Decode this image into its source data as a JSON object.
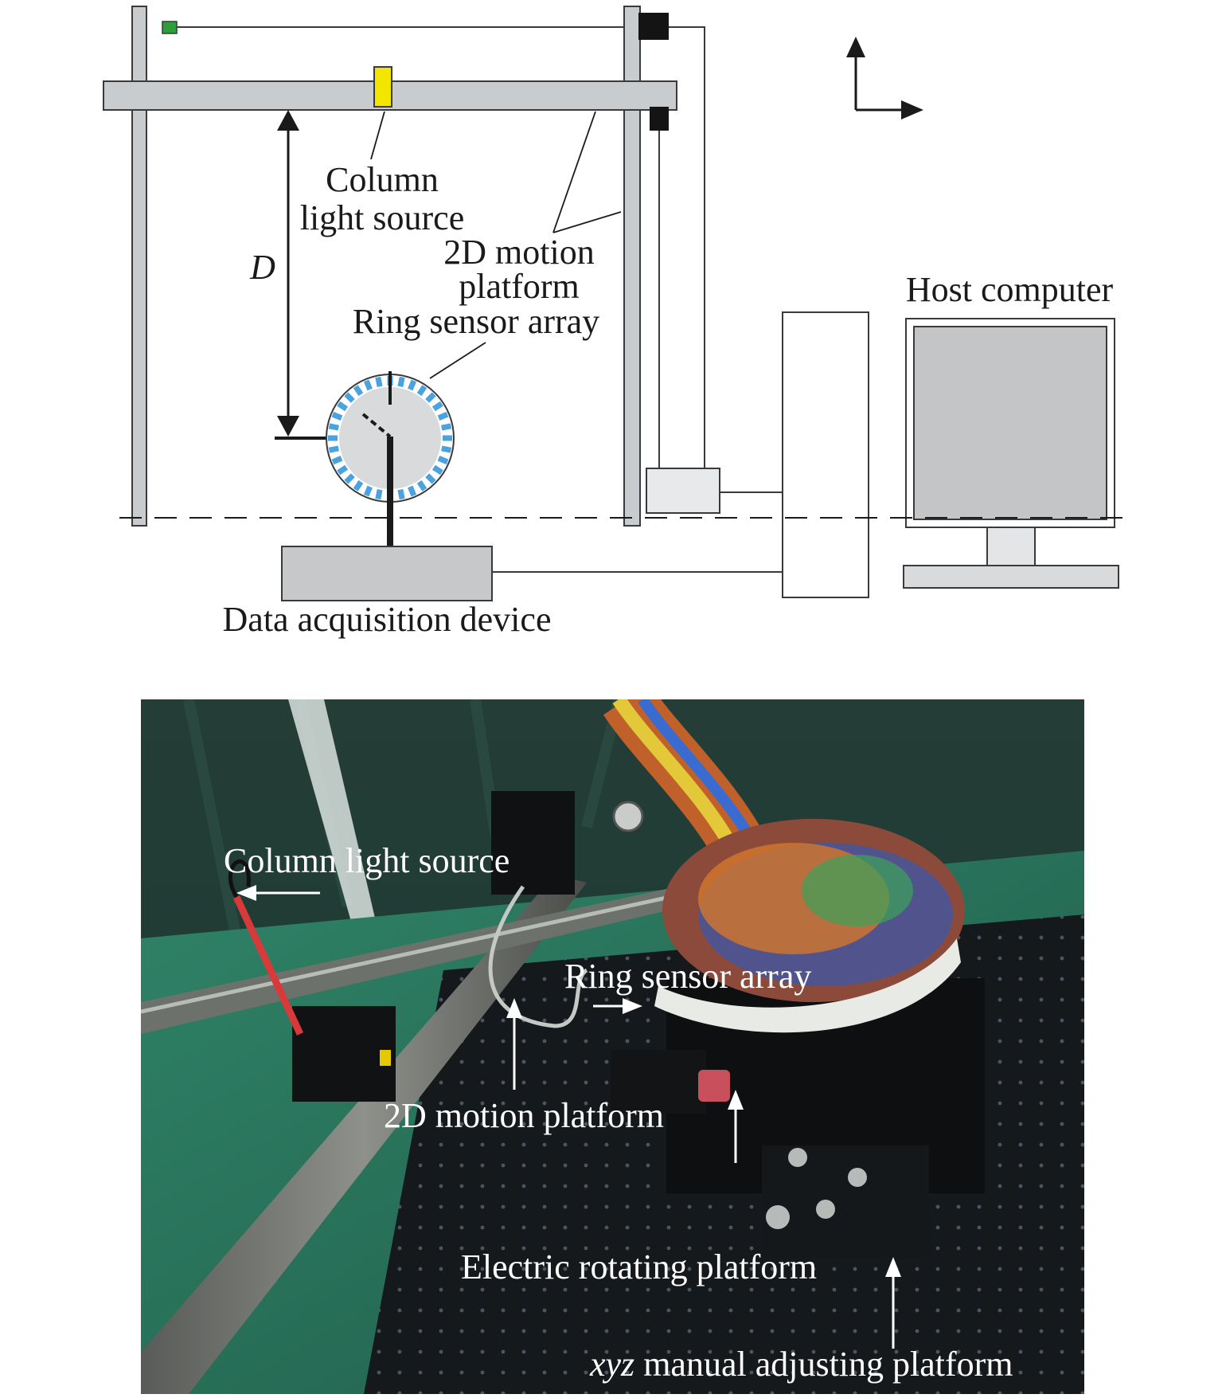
{
  "schematic": {
    "labels": {
      "column": "Column",
      "light_source": "light source",
      "motion_line1": "2D motion",
      "motion_line2": "platform",
      "ring": "Ring sensor array",
      "distance": "D",
      "host": "Host computer",
      "daq": "Data acquisition device"
    },
    "colors": {
      "frame": "#c9ccce",
      "light_source": "#f2e600",
      "small_marker": "#2e9e3a",
      "sensor_segments": "#4aa3df",
      "ring_fill": "#d9dadb",
      "monitor_screen": "#c3c5c7",
      "daq_box": "#c6c8ca"
    }
  },
  "photo": {
    "labels": {
      "column_light_source": "Column light source",
      "ring_sensor_array": "Ring sensor array",
      "motion_platform": "2D motion platform",
      "rotating_platform": "Electric rotating platform",
      "xyz": "xyz",
      "manual_platform": "manual adjusting platform"
    },
    "colors": {
      "backdrop": "#1f4a3d",
      "table_cloth": "#2e7d62",
      "breadboard": "#16191c",
      "rail": "#7c7f7a",
      "rod": "#d83a3a",
      "ring": "#e8eae6"
    }
  }
}
